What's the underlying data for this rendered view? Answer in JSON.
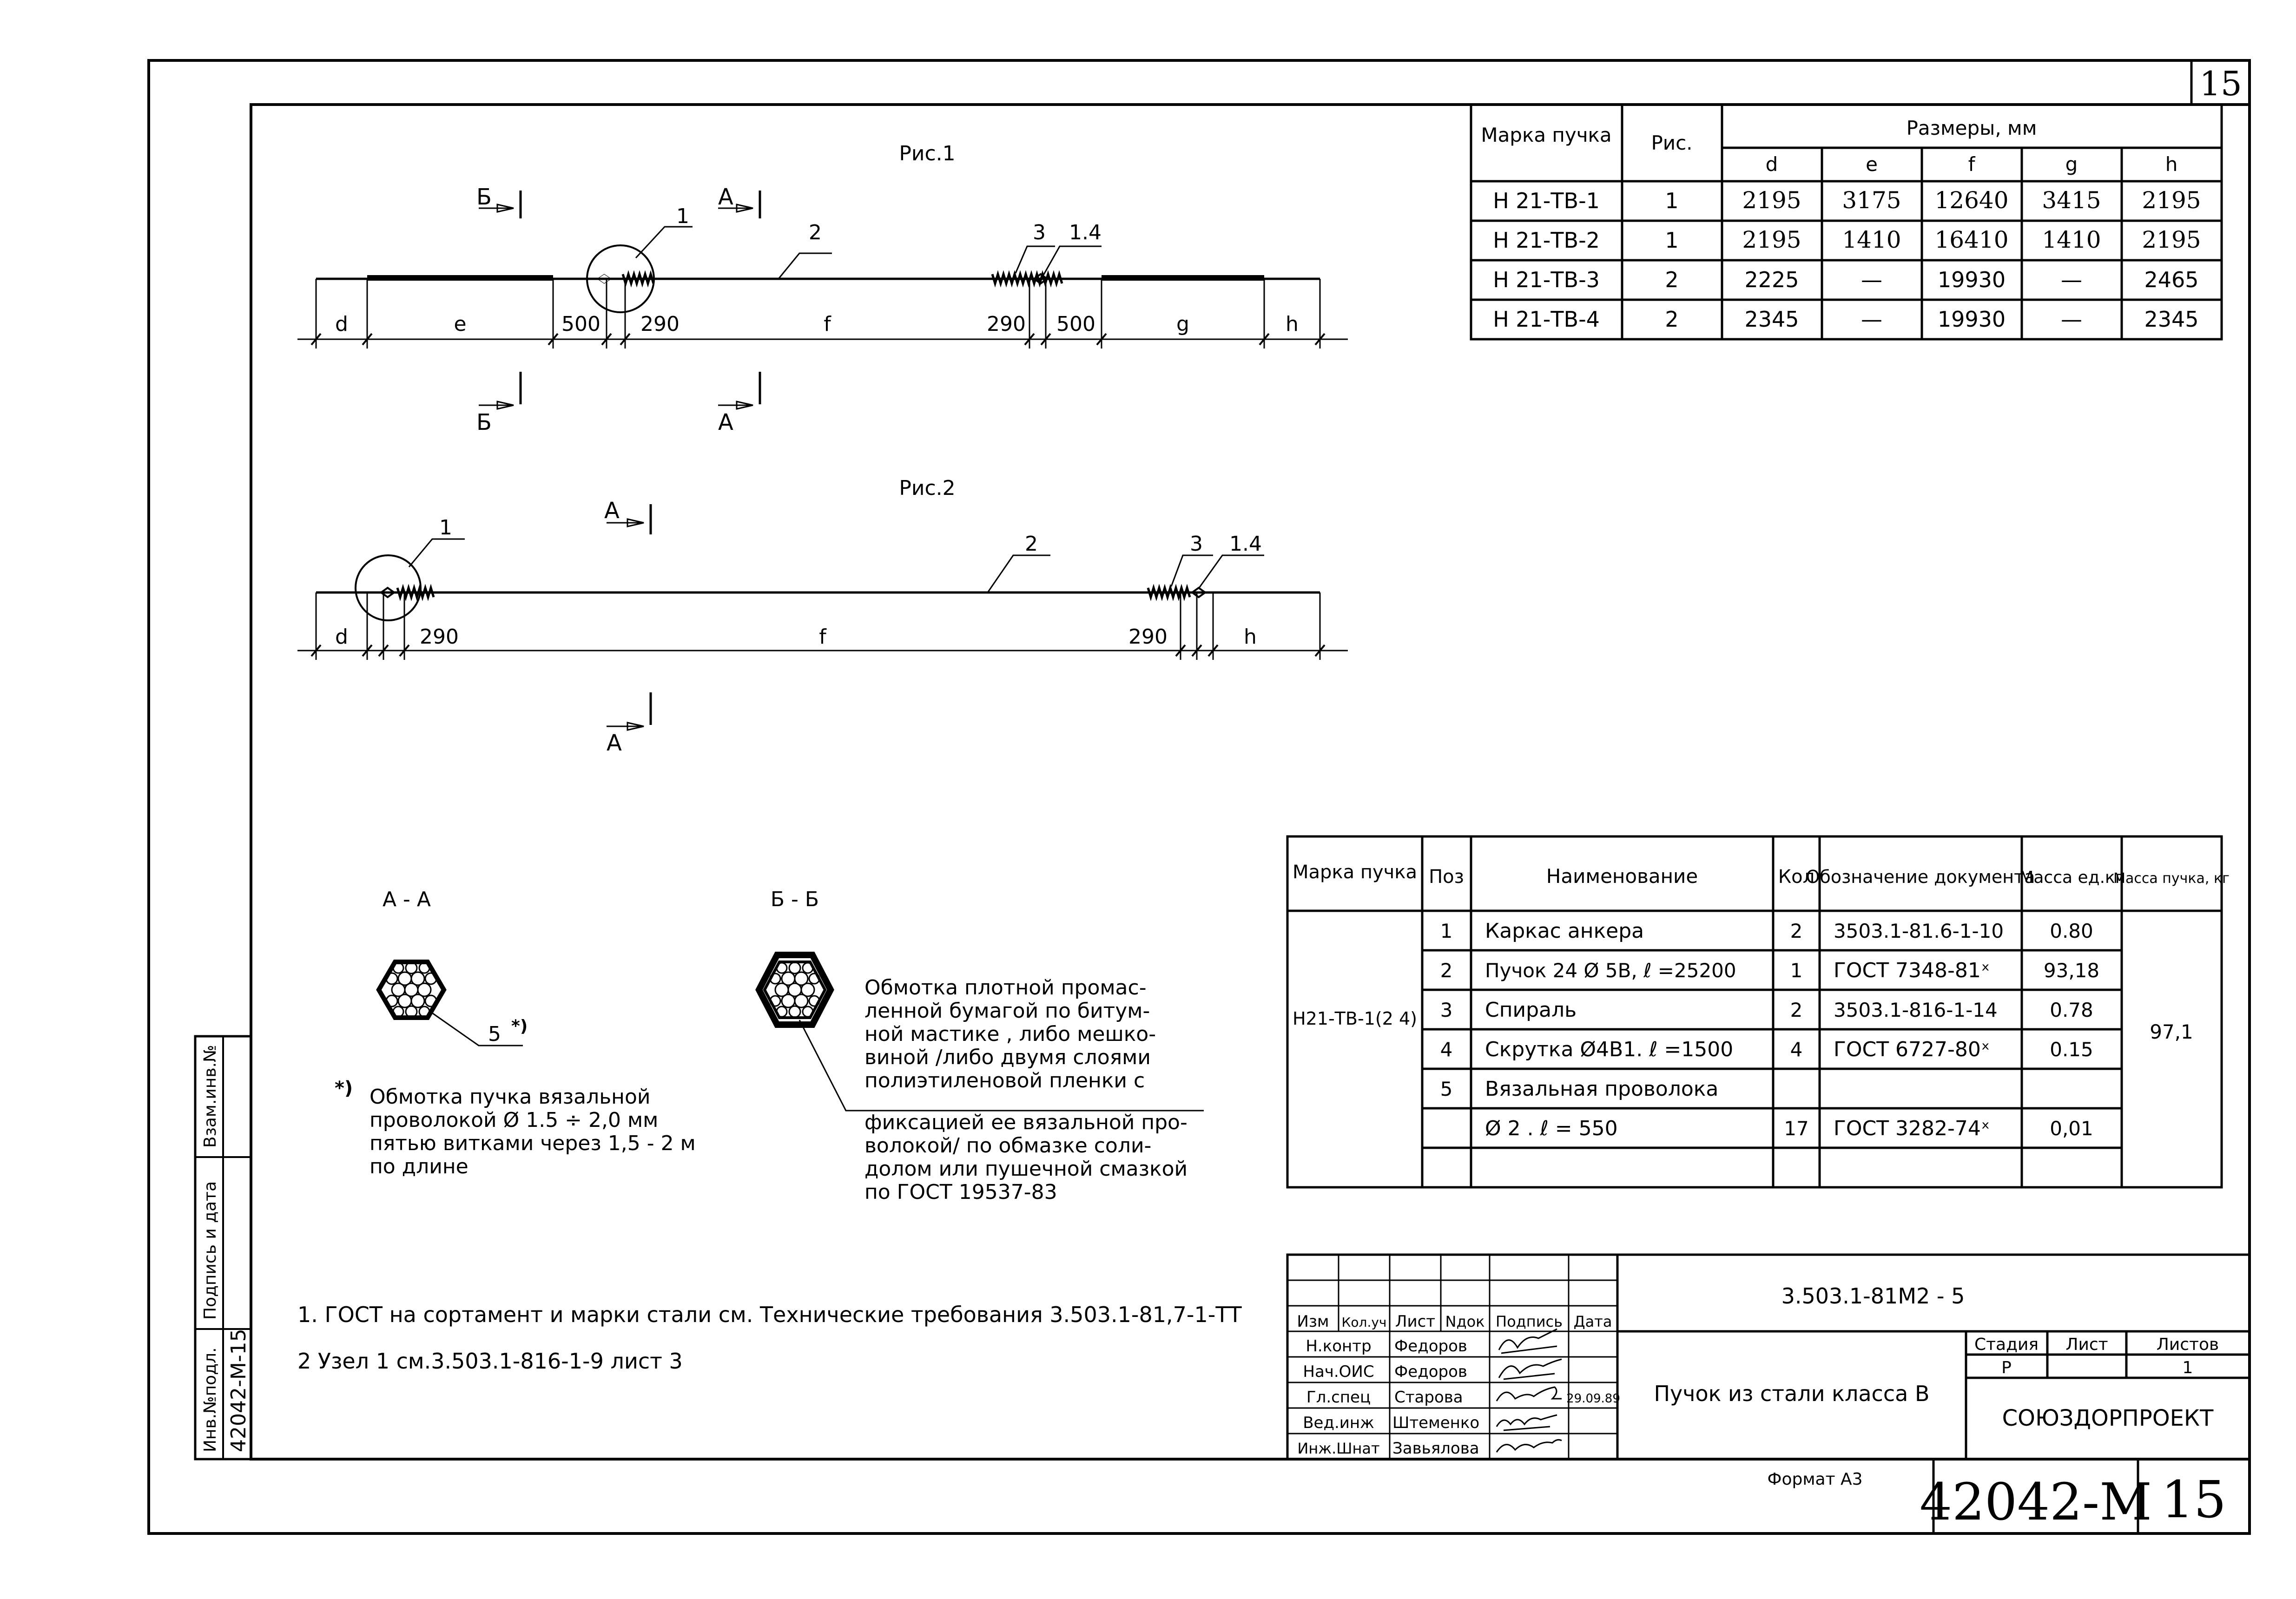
{
  "sheet_number_top": "15",
  "fig1": {
    "title": "Рис.1",
    "cut_b": "Б",
    "cut_a": "А",
    "callouts": [
      "1",
      "2",
      "3",
      "1.4"
    ],
    "dims": [
      "d",
      "e",
      "500",
      "290",
      "f",
      "290",
      "500",
      "g",
      "h"
    ]
  },
  "fig2": {
    "title": "Рис.2",
    "cut_a": "А",
    "callouts": [
      "1",
      "2",
      "3",
      "1.4"
    ],
    "dims": [
      "d",
      "290",
      "f",
      "290",
      "h"
    ]
  },
  "dim_table": {
    "headers": {
      "mark": "Марка пучка",
      "fig": "Рис.",
      "sizes": "Размеры, мм"
    },
    "sub": [
      "d",
      "e",
      "f",
      "g",
      "h"
    ],
    "rows": [
      [
        "Н 21-ТВ-1",
        "1",
        "2195",
        "3175",
        "12640",
        "3415",
        "2195"
      ],
      [
        "Н 21-ТВ-2",
        "1",
        "2195",
        "1410",
        "16410",
        "1410",
        "2195"
      ],
      [
        "Н 21-ТВ-3",
        "2",
        "2225",
        "—",
        "19930",
        "—",
        "2465"
      ],
      [
        "Н 21-ТВ-4",
        "2",
        "2345",
        "—",
        "19930",
        "—",
        "2345"
      ]
    ]
  },
  "section_aa": {
    "title": "А - А",
    "callout": "5",
    "asterisk": "*)",
    "note_mark": "*)",
    "note": [
      "Обмотка пучка вязальной",
      "проволокой Ø 1.5 ÷ 2,0 мм",
      "пятью витками через 1,5 - 2 м",
      "по длине"
    ]
  },
  "section_bb": {
    "title": "Б - Б",
    "note": [
      "Обмотка плотной промас-",
      "ленной бумагой по битум-",
      "ной мастике , либо мешко-",
      "виной /либо двумя слоями",
      "полиэтиленовой пленки с",
      "фиксацией ее вязальной про-",
      "волокой/ по обмазке соли-",
      "долом или пушечной смазкой",
      "по ГОСТ 19537-83"
    ]
  },
  "spec_table": {
    "headers": [
      "Марка пучка",
      "Поз",
      "Наименование",
      "Кол",
      "Обозначение документа",
      "Масса ед.кг",
      "Масса пучка, кг"
    ],
    "mark": "Н21-ТВ-1(2 4)",
    "total_mass": "97,1",
    "rows": [
      [
        "1",
        "Каркас анкера",
        "2",
        "3503.1-81.6-1-10",
        "0.80"
      ],
      [
        "2",
        "Пучок 24 Ø 5В,  ℓ =25200",
        "1",
        "ГОСТ 7348-81ˣ",
        "93,18"
      ],
      [
        "3",
        "Спираль",
        "2",
        "3503.1-816-1-14",
        "0.78"
      ],
      [
        "4",
        "Скрутка Ø4В1.  ℓ =1500",
        "4",
        "ГОСТ 6727-80ˣ",
        "0.15"
      ],
      [
        "5",
        "Вязальная проволока",
        "",
        "",
        ""
      ],
      [
        "",
        "Ø 2 .  ℓ = 550",
        "17",
        "ГОСТ 3282-74ˣ",
        "0,01"
      ]
    ]
  },
  "notes": [
    "1. ГОСТ на сортамент и марки стали см. Технические требования 3.503.1-81,7-1-ТТ",
    "2 Узел 1 см.3.503.1-816-1-9 лист 3"
  ],
  "side_stamp": {
    "col1": "Взам.инв.№",
    "col2": "Подпись и дата",
    "col3": "Инв.№подл.",
    "inv": "42042-М-15"
  },
  "title_block": {
    "code": "3.503.1-81М2 - 5",
    "header_cells": [
      "Изм",
      "Кол.уч",
      "Лист",
      "Nдок",
      "Подпись",
      "Дата"
    ],
    "roles": [
      [
        "Н.контр",
        "Федоров"
      ],
      [
        "Нач.ОИС",
        "Федоров"
      ],
      [
        "Гл.спец",
        "Старова"
      ],
      [
        "Вед.инж",
        "Штеменко"
      ],
      [
        "Инж.Шнат",
        "Завьялова"
      ]
    ],
    "date": "29.09.89",
    "name": "Пучок из стали класса В",
    "stage_label": "Стадия",
    "sheet_label": "Лист",
    "sheets_label": "Листов",
    "stage": "Р",
    "sheets": "1",
    "org": "СОЮЗДОРПРОЕКТ",
    "format": "Формат А3",
    "inv_big": "42042-М",
    "sheet_big": "15"
  }
}
